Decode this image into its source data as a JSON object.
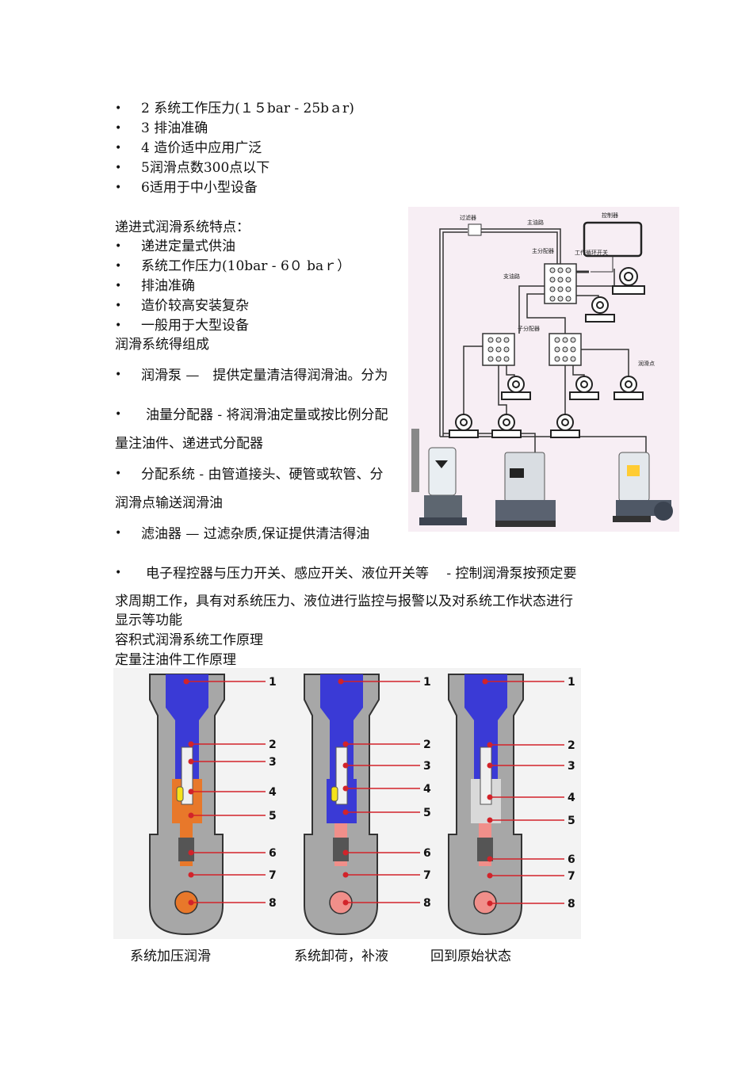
{
  "list1": [
    "2 系统工作压力(１５bar - 25bａr)",
    "3 排油准确",
    "4 造价适中应用广泛",
    "5润滑点数300点以下",
    "6适用于中小型设备"
  ],
  "progressive_title": "递进式润滑系统特点：",
  "list2": [
    "递进定量式供油",
    "系统工作压力(10bar - 6０ baｒ）",
    "排油准确",
    "造价较高安装复杂",
    "一般用于大型设备"
  ],
  "composition_title": "润滑系统得组成",
  "composition": [
    "润滑泵 —　提供定量清洁得润滑油。分为",
    "油量分配器 - 将润滑油定量或按比例分配",
    "分配系统 - 由管道接头、硬管或软管、分",
    "滤油器 — 过滤杂质,保证提供清洁得油",
    "电子程控器与压力开关、感应开关、液位开关等　 - 控制润滑泵按预定要"
  ],
  "composition_cont": [
    "量注油件、递进式分配器",
    "润滑点输送润滑油",
    "求周期工作，具有对系统压力、液位进行监控与报警以及对系统工作状态进行",
    "显示等功能"
  ],
  "section1": "容积式润滑系统工作原理",
  "section2": "定量注油件工作原理",
  "diagram_labels": {
    "filter": "过滤器",
    "main_line": "主油路",
    "controller": "控制器",
    "main_distributor": "主分配器",
    "cycle_switch": "工作循环开关",
    "branch_line": "支油路",
    "sub_distributor": "子分配器",
    "lube_point": "润滑点"
  },
  "injector_numbers": [
    "1",
    "2",
    "3",
    "4",
    "5",
    "6",
    "7",
    "8"
  ],
  "captions": [
    "系统加压润滑",
    "系统卸荷，补液",
    "回到原始状态"
  ],
  "colors": {
    "oil_blue": "#3a3ad6",
    "pressure_orange": "#e8782a",
    "body_gray": "#a7a7a7",
    "pin_red": "#d2232a"
  }
}
